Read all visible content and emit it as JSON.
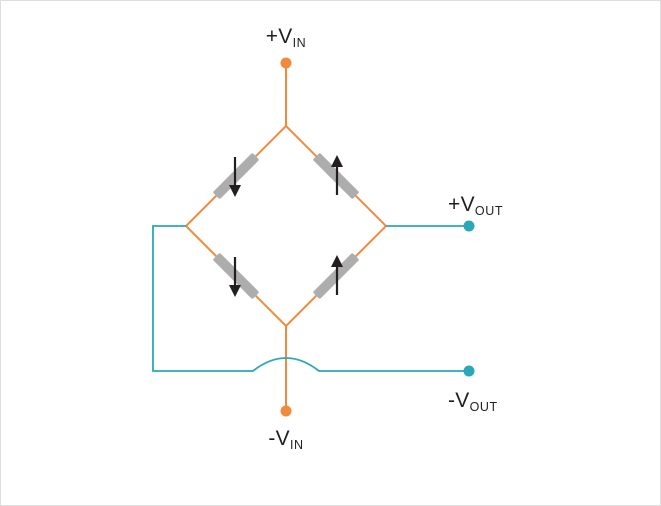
{
  "diagram": {
    "kind": "wheatstone-full-bridge-strain-gauge",
    "terminals": {
      "vin_pos": {
        "main": "+V",
        "sub": "IN"
      },
      "vin_neg": {
        "main": "-V",
        "sub": "IN"
      },
      "vout_pos": {
        "main": "+V",
        "sub": "OUT"
      },
      "vout_neg": {
        "main": "-V",
        "sub": "OUT"
      }
    },
    "gauges": [
      {
        "position": "upper-left",
        "strain_arrow": "down"
      },
      {
        "position": "upper-right",
        "strain_arrow": "up"
      },
      {
        "position": "lower-left",
        "strain_arrow": "down"
      },
      {
        "position": "lower-right",
        "strain_arrow": "up"
      }
    ],
    "colors": {
      "excitation": "#F08A3C",
      "output": "#2AA7B8",
      "gauge": "#ADADAD",
      "arrow": "#231F20",
      "text": "#231F20",
      "background": "#FFFFFF",
      "border": "#DEDEDE"
    }
  }
}
